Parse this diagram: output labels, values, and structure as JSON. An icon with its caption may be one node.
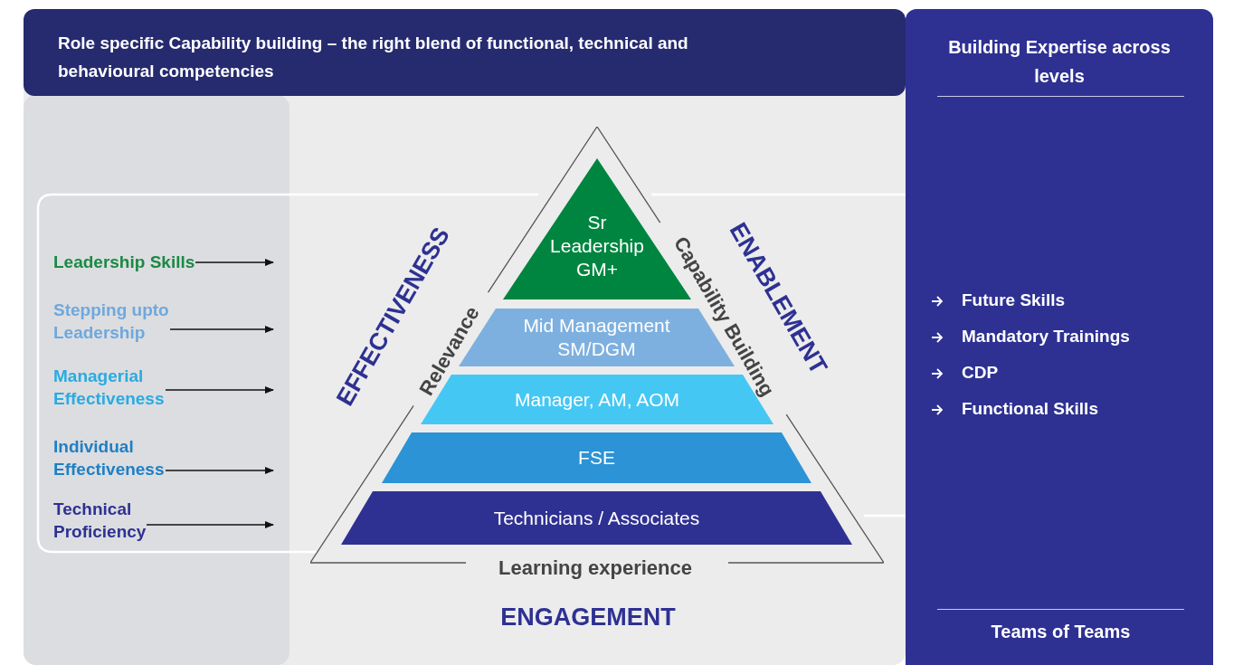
{
  "diagram": {
    "nodes": [
      {
        "text": [
          "Role specific Capability building – the right blend of functional, technical and behavioural competencies"
        ]
      },
      {
        "text": [
          "Building Expertise across levels",
          "Teams of Teams"
        ]
      },
      {
        "text": [
          "Relevance",
          "Capability Building",
          "Learning experience"
        ]
      },
      {
        "text": [
          "Sr Leadership GM+"
        ],
        "in": 2
      },
      {
        "text": [
          "Mid Management SM/DGM"
        ],
        "in": 2
      },
      {
        "text": [
          "Manager, AM, AOM"
        ],
        "in": 2
      },
      {
        "text": [
          "FSE"
        ],
        "in": 2
      },
      {
        "text": [
          "Technicians / Associates"
        ],
        "in": 2
      },
      {
        "text": [
          "Leadership Skills"
        ]
      },
      {
        "text": [
          "Stepping upto Leadership"
        ]
      },
      {
        "text": [
          "Managerial Effectiveness"
        ]
      },
      {
        "text": [
          "Individual Effectiveness"
        ]
      },
      {
        "text": [
          "Technical Proficiency"
        ]
      }
    ],
    "edges": [
      {
        "from": 8,
        "to": null,
        "arrow": "to"
      },
      {
        "from": 9,
        "to": null,
        "arrow": "to"
      },
      {
        "from": 10,
        "to": null,
        "arrow": "to"
      },
      {
        "from": 11,
        "to": null,
        "arrow": "to"
      },
      {
        "from": 12,
        "to": null,
        "arrow": "to"
      }
    ],
    "labels": [
      "EFFECTIVENESS",
      "ENABLEMENT",
      "Future Skills",
      "Mandatory Trainings",
      "CDP",
      "Functional Skills",
      "ENGAGEMENT"
    ]
  }
}
